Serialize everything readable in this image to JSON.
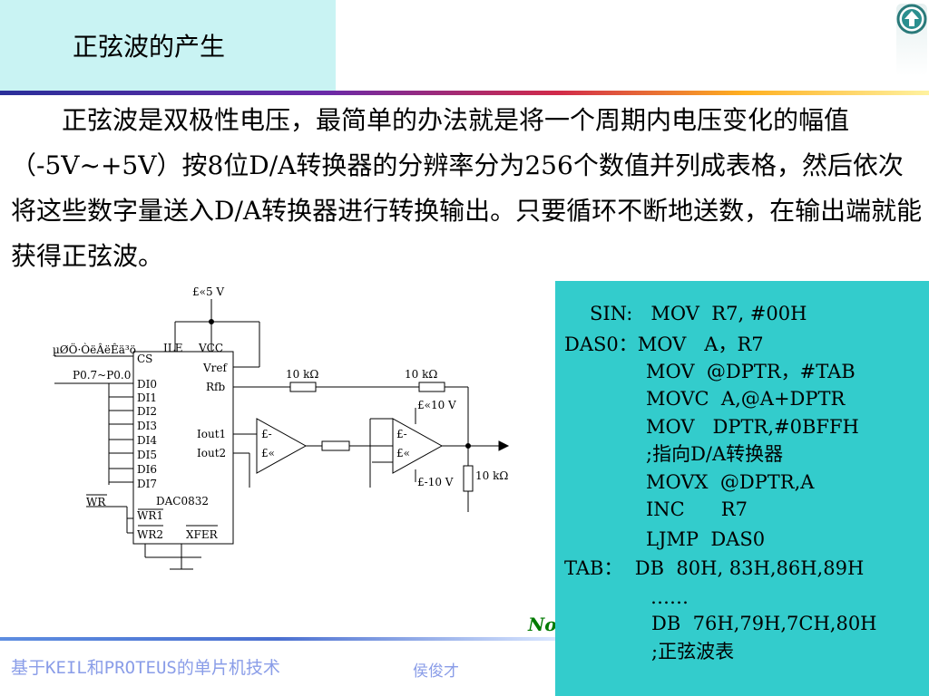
{
  "slide": {
    "title": "正弦波的产生",
    "paragraph": "正弦波是双极性电压，最简单的办法就是将一个周期内电压变化的幅值（-5V~+5V）按8位D/A转换器的分辨率分为256个数值并列成表格，然后依次将这些数字量送入D/A转换器进行转换输出。只要循环不断地送数，在输出端就能获得正弦波。"
  },
  "circuit": {
    "vcc_label": "£«5 V",
    "addr_label": "µØÖ·ÒëÂëÊä³ö",
    "port_label": "P0.7~P0.0",
    "pins_left": [
      "CS",
      "DI0",
      "DI1",
      "DI2",
      "DI3",
      "DI4",
      "DI5",
      "DI6",
      "DI7",
      "WR1",
      "WR2"
    ],
    "ile": "ILE",
    "vcc": "VCC",
    "vref": "Vref",
    "rfb": "Rfb",
    "iout1": "Iout1",
    "iout2": "Iout2",
    "chip": "DAC0832",
    "wr": "WR",
    "xfer": "XFER",
    "r1": "10 kΩ",
    "r2": "10 kΩ",
    "r3": "10 kΩ",
    "op1_minus": "£-",
    "op1_plus": "£«",
    "op2_minus": "£-",
    "op2_plus": "£«",
    "vpos": "£«10 V",
    "vneg": "£-10 V"
  },
  "code": {
    "lines": [
      "SIN:   MOV  R7, #00H",
      "DAS0：MOV   A，R7",
      "MOV  @DPTR，#TAB",
      "MOVC  A,@A+DPTR",
      "MOV   DPTR,#0BFFH",
      ";指向D/A转换器",
      "MOVX  @DPTR,A",
      "INC      R7",
      "LJMP  DAS0",
      "TAB：  DB  80H, 83H,86H,89H",
      "……",
      "DB  76H,79H,7CH,80H",
      ";正弦波表"
    ]
  },
  "note": "No",
  "footer": {
    "course": "基于KEIL和PROTEUS的单片机技术",
    "author": "侯俊才"
  },
  "colors": {
    "title_bg": "#c9f3f3",
    "code_bg": "#33cccc",
    "footer_text": "#8a9de8",
    "note_text": "#007a00"
  },
  "icons": {
    "home": "up-arrow-home-icon"
  }
}
